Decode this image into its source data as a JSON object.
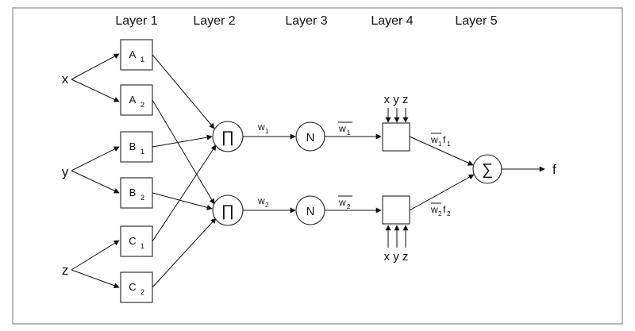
{
  "layers": [
    "Layer 1",
    "Layer 2",
    "Layer 3",
    "Layer 4",
    "Layer 5"
  ],
  "inputs": {
    "x": "x",
    "y": "y",
    "z": "z"
  },
  "layer1_nodes": [
    {
      "letter": "A",
      "sub": "1"
    },
    {
      "letter": "A",
      "sub": "2"
    },
    {
      "letter": "B",
      "sub": "1"
    },
    {
      "letter": "B",
      "sub": "2"
    },
    {
      "letter": "C",
      "sub": "1"
    },
    {
      "letter": "C",
      "sub": "2"
    }
  ],
  "product_symbol": "∏",
  "norm_symbol": "N",
  "sum_symbol": "∑",
  "weights": {
    "w1": {
      "base": "w",
      "sub": "1"
    },
    "w2": {
      "base": "w",
      "sub": "2"
    },
    "wbar1": {
      "base": "w",
      "sub": "1"
    },
    "wbar2": {
      "base": "w",
      "sub": "2"
    },
    "wf1": {
      "w": "w",
      "wsub": "1",
      "f": "f",
      "fsub": "1"
    },
    "wf2": {
      "w": "w",
      "wsub": "2",
      "f": "f",
      "fsub": "2"
    }
  },
  "layer4_inputs_top": "x y z",
  "layer4_inputs_bottom": "x y z",
  "output": "f"
}
